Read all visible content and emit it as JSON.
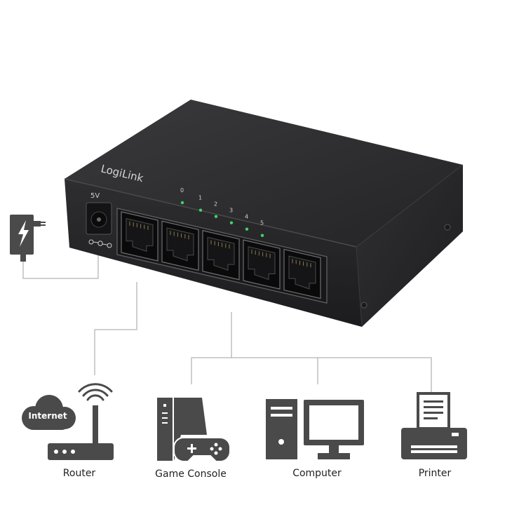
{
  "switch": {
    "brand": "LogiLink",
    "power_label": "5V",
    "port_numbers": [
      "0",
      "1",
      "2",
      "3",
      "4",
      "5"
    ],
    "port_count": 5,
    "body_color": "#2b2b2d",
    "led_color": "#3fd46a"
  },
  "power_adapter": {
    "icon": "power-adapter-icon"
  },
  "devices": [
    {
      "label": "Router",
      "icon": "router-icon"
    },
    {
      "label": "Game Console",
      "icon": "game-console-icon"
    },
    {
      "label": "Computer",
      "icon": "computer-icon"
    },
    {
      "label": "Printer",
      "icon": "printer-icon"
    }
  ],
  "router": {
    "cloud_text": "Internet"
  },
  "colors": {
    "line": "#b5b5b5",
    "icon": "#4a4a4a"
  }
}
